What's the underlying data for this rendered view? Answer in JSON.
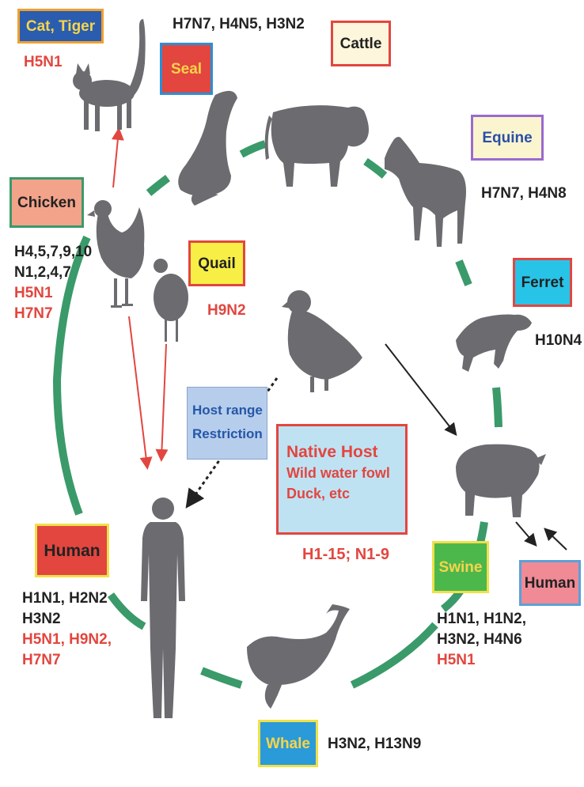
{
  "colors": {
    "cycle": "#3a9a6a",
    "silhouette": "#6b6b70",
    "red_text": "#e2463f",
    "dark_text": "#222222",
    "arrow_red": "#e2463f",
    "arrow_dark": "#222222"
  },
  "hosts": {
    "cat": {
      "label": "Cat, Tiger",
      "strains": [
        "H5N1"
      ],
      "bg": "#2a5db0",
      "border": "#f0a030",
      "color": "#f7d44a"
    },
    "seal": {
      "label": "Seal",
      "strains": [
        "H7N7, H4N5, H3N2"
      ],
      "bg": "#e2463f",
      "border": "#2a8fd6",
      "color": "#f7d44a"
    },
    "cattle": {
      "label": "Cattle",
      "bg": "#fdf6dc",
      "border": "#e2463f",
      "color": "#222222"
    },
    "equine": {
      "label": "Equine",
      "strains": [
        "H7N7, H4N8"
      ],
      "bg": "#fbf5cf",
      "border": "#9a6ad0",
      "color": "#2a4fa8"
    },
    "chicken": {
      "label": "Chicken",
      "strains_dark": [
        "H4,5,7,9,10",
        "N1,2,4,7"
      ],
      "strains_red": [
        "H5N1",
        "H7N7"
      ],
      "bg": "#f3a38a",
      "border": "#3a9a6a",
      "color": "#222222"
    },
    "quail": {
      "label": "Quail",
      "strains": [
        "H9N2"
      ],
      "bg": "#f7ef45",
      "border": "#e2463f",
      "color": "#222222"
    },
    "ferret": {
      "label": "Ferret",
      "strains": [
        "H10N4"
      ],
      "bg": "#27c4e8",
      "border": "#e2463f",
      "color": "#222222"
    },
    "human": {
      "label": "Human",
      "strains_dark": [
        "H1N1, H2N2",
        "H3N2"
      ],
      "strains_red": [
        "H5N1, H9N2,",
        "H7N7"
      ],
      "bg": "#e2463f",
      "border": "#f0e04a",
      "color": "#222222"
    },
    "swine": {
      "label": "Swine",
      "strains_dark": [
        "H1N1, H1N2,",
        "H3N2, H4N6"
      ],
      "strains_red": [
        "H5N1"
      ],
      "bg": "#4cb84c",
      "border": "#f0e04a",
      "color": "#f7d44a"
    },
    "human_swine": {
      "label": "Human",
      "bg": "#f08a95",
      "border": "#5aa0d8",
      "color": "#222222"
    },
    "whale": {
      "label": "Whale",
      "strains": [
        "H3N2, H13N9"
      ],
      "bg": "#2a9ad8",
      "border": "#f0e04a",
      "color": "#f7d44a"
    }
  },
  "native_host": {
    "title": "Native Host",
    "lines": [
      "Wild water fowl",
      "Duck, etc"
    ],
    "strains": "H1-15; N1-9"
  },
  "host_range": {
    "lines": [
      "Host range",
      "Restriction"
    ]
  }
}
